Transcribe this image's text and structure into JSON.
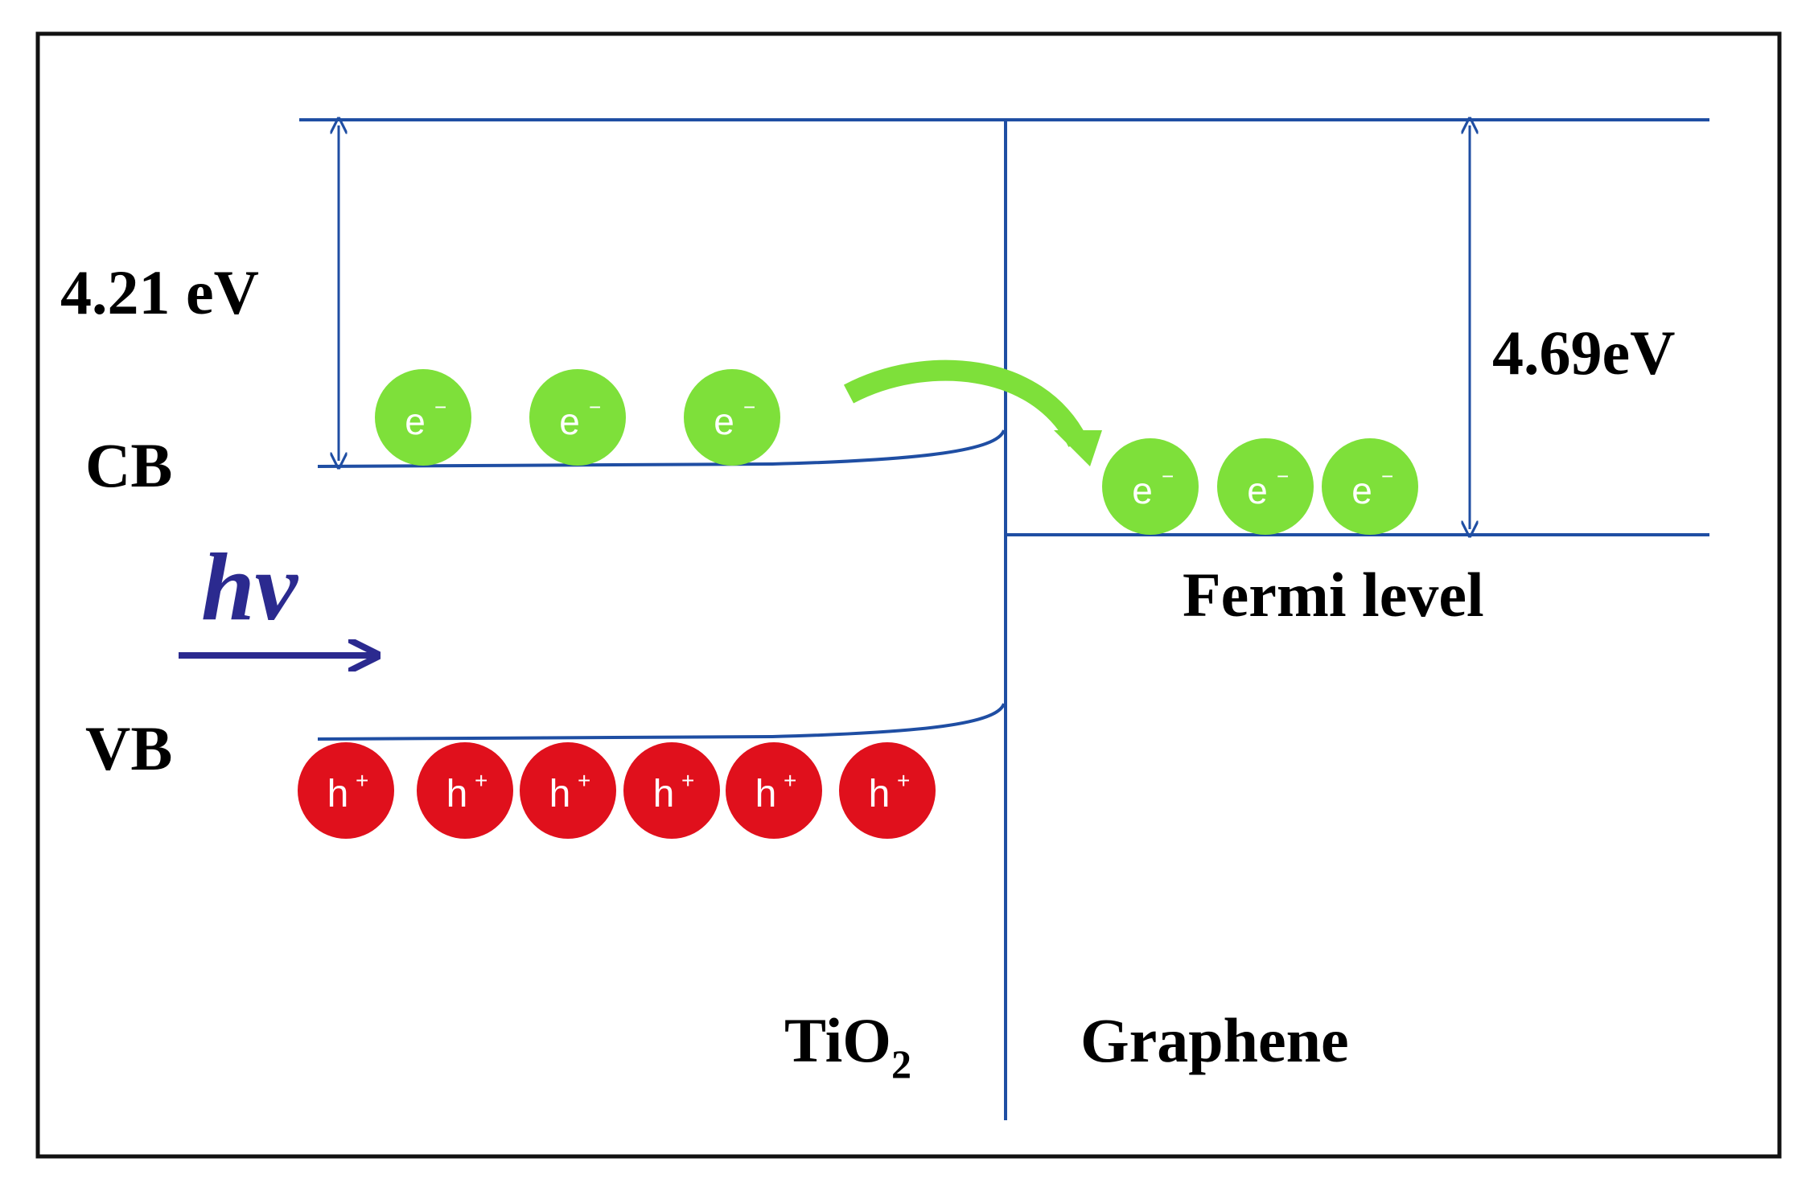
{
  "labels": {
    "vacuum_gap_tio2": "4.21 eV",
    "vacuum_gap_graphene": "4.69eV",
    "cb": "CB",
    "vb": "VB",
    "photon": "hv",
    "fermi": "Fermi level",
    "tio2_main": "TiO",
    "tio2_sub": "2",
    "graphene": "Graphene"
  },
  "particles": {
    "electron_label": "e",
    "electron_sup": "−",
    "hole_label": "h",
    "hole_sup": "+",
    "electrons_in_tio2_cb": 3,
    "electrons_at_graphene_fermi": 3,
    "holes_in_tio2_vb": 6
  },
  "colors": {
    "lines": "#1f4ea3",
    "electron": "#7ee03a",
    "hole": "#e0101c",
    "photon": "#2b2a8f",
    "text": "#000000"
  }
}
